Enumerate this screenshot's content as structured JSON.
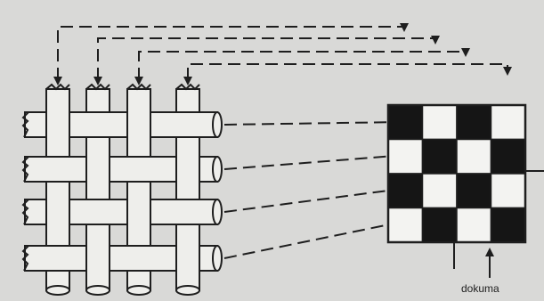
{
  "diagram": {
    "caption": "dokuma",
    "colors": {
      "background": "#d9d9d7",
      "ink": "#1e1e1e",
      "thread_fill": "#eeeeeb",
      "dark_cell": "#151515",
      "light_cell": "#f3f3f1"
    },
    "weave_grid": {
      "rows": 4,
      "cols": 4,
      "pattern": [
        [
          1,
          0,
          1,
          0
        ],
        [
          0,
          1,
          0,
          1
        ],
        [
          1,
          0,
          1,
          0
        ],
        [
          0,
          1,
          0,
          1
        ]
      ]
    },
    "warp_threads": 4,
    "weft_threads": 4
  }
}
